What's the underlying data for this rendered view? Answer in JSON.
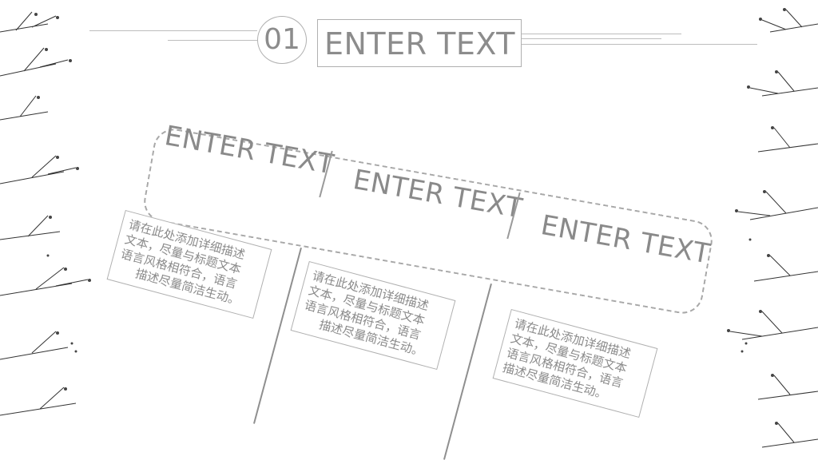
{
  "header": {
    "number": "01",
    "title": "ENTER TEXT"
  },
  "band": {
    "labels": [
      "ENTER  TEXT",
      "ENTER  TEXT",
      "ENTER  TEXT"
    ]
  },
  "items": [
    {
      "lines": [
        "请在此处添加详细描述",
        "文本，尽量与标题文本",
        "语言风格相符合，语言",
        "描述尽量简洁生动。"
      ]
    },
    {
      "lines": [
        "请在此处添加详细描述",
        "文本，尽量与标题文本",
        "语言风格相符合，语言",
        "描述尽量简洁生动。"
      ]
    },
    {
      "lines": [
        "请在此处添加详细描述",
        "文本，尽量与标题文本",
        "语言风格相符合，语言",
        "描述尽量简洁生动。"
      ]
    }
  ],
  "colors": {
    "line": "#b0b0b0",
    "text": "#8a8a8a",
    "background": "#ffffff"
  },
  "decor": {
    "left": "branch-illustration",
    "right": "branch-illustration"
  }
}
